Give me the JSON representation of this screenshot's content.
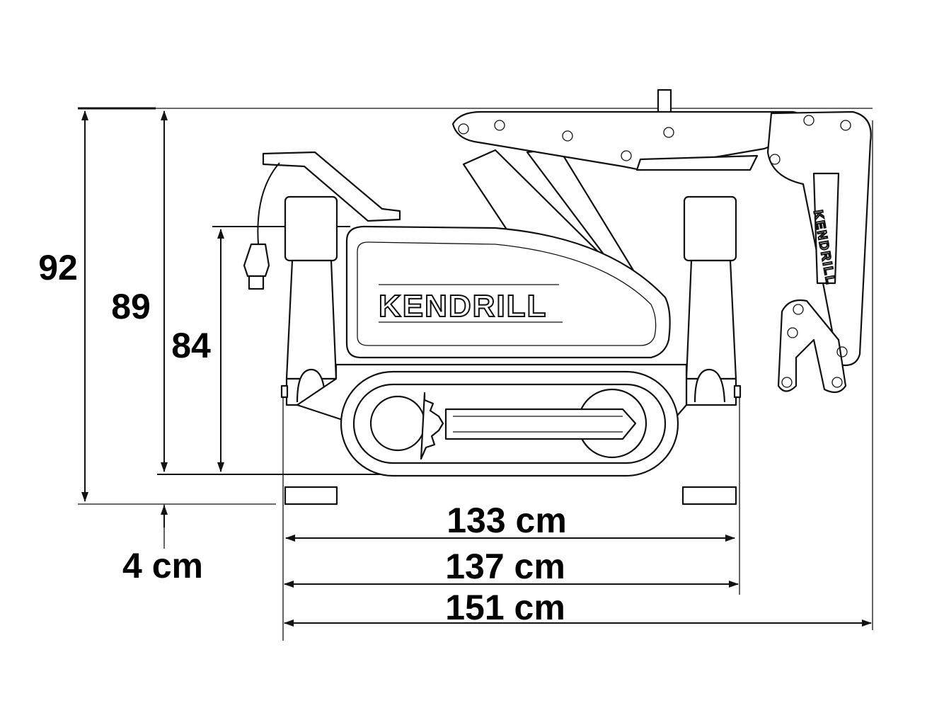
{
  "title": "Kendrill machine dimensions",
  "brand": "KENDRILL",
  "dimensions": {
    "height_total": "92",
    "height_transport": "89",
    "height_body": "84",
    "ground_clearance": "4 cm",
    "width_tracks": "133 cm",
    "width_outriggers": "137 cm",
    "length_total": "151 cm"
  }
}
